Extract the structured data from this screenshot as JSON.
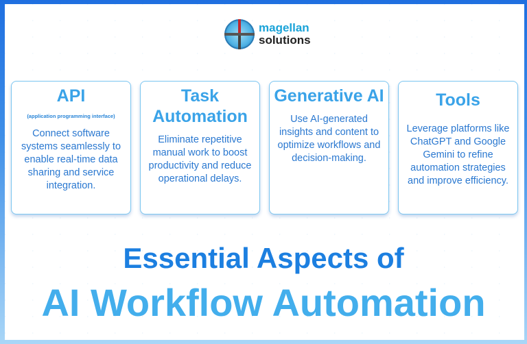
{
  "brand": {
    "line1": "magellan",
    "line2": "solutions"
  },
  "cards": [
    {
      "title": "API",
      "subtitle": "(application programming interface)",
      "text": "Connect software systems seamlessly to enable real-time data sharing and service integration."
    },
    {
      "title": "Task Automation",
      "text": "Eliminate repetitive manual work to boost productivity and reduce operational delays."
    },
    {
      "title": "Generative AI",
      "text": "Use AI-generated insights and content to optimize workflows and decision-making."
    },
    {
      "title": "Tools",
      "text": "Leverage platforms like ChatGPT and Google Gemini to refine automation strategies and improve efficiency."
    }
  ],
  "headline": {
    "line1": "Essential Aspects of",
    "line2": "AI Workflow Automation"
  },
  "colors": {
    "accent": "#3aa3e8",
    "title_dark": "#1c7fe0",
    "title_light": "#43aeec"
  }
}
